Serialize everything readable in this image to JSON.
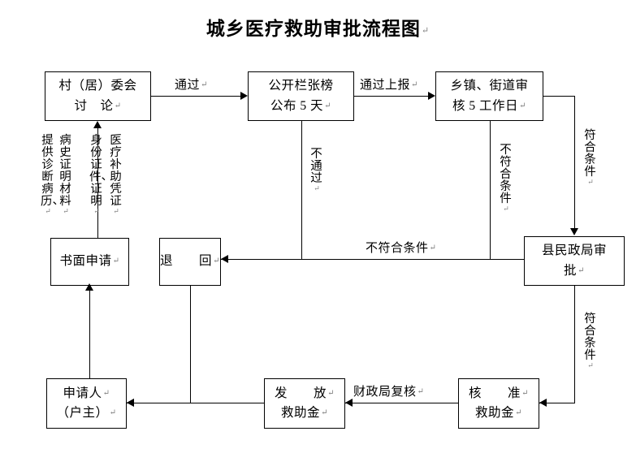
{
  "document": {
    "title": "城乡医疗救助审批流程图",
    "title_mark": "↵"
  },
  "nodes": {
    "village_committee": {
      "line1": "村（居）委会",
      "line2": "讨　论",
      "mark": "↵"
    },
    "public_posting": {
      "line1": "公开栏张榜",
      "line2": "公布 5 天",
      "mark": "↵"
    },
    "township_review": {
      "line1": "乡镇、街道审",
      "line2": "核 5 工作日",
      "mark": "↵"
    },
    "written_application": {
      "line1": "书面申请",
      "line2": "",
      "mark": "↵"
    },
    "return_back": {
      "line1": "退　　回",
      "line2": "",
      "mark": "↵"
    },
    "county_civil_affairs": {
      "line1": "县民政局审",
      "line2": "批",
      "mark": "↵"
    },
    "approve_fund": {
      "line1": "核　　准",
      "line2": "救助金",
      "mark": "↵"
    },
    "issue_fund": {
      "line1": "发　　放",
      "line2": "救助金",
      "mark": "↵"
    },
    "applicant": {
      "line1": "申请人",
      "line2": "（户主）",
      "mark": "↵"
    }
  },
  "edge_labels": {
    "pass": {
      "text": "通过",
      "mark": "↵"
    },
    "pass_report": {
      "text": "通过上报",
      "mark": "↵"
    },
    "not_pass": {
      "text": "不通过",
      "mark": "↵"
    },
    "not_eligible_township": {
      "text": "不符合条件",
      "mark": "↵"
    },
    "eligible_township": {
      "text": "符合条件",
      "mark": "↵"
    },
    "not_eligible_county": {
      "text": "不符合条件",
      "mark": "↵"
    },
    "eligible_county": {
      "text": "符合条件",
      "mark": "↵"
    },
    "finance_recheck": {
      "text": "财政局复核",
      "mark": "↵"
    },
    "medical_subsidy_voucher": {
      "text": "医疗补助凭证",
      "mark": "↵"
    },
    "id_documents": {
      "text": "身份证件、证明",
      "mark": "↵"
    },
    "medical_history_proof": {
      "text": "病史证明材料",
      "mark": "↵"
    },
    "provide_diagnosis_record": {
      "text": "提供诊断病历、",
      "mark": "↵"
    }
  },
  "colors": {
    "stroke": "#000000",
    "background": "#ffffff",
    "mark": "#808080"
  }
}
